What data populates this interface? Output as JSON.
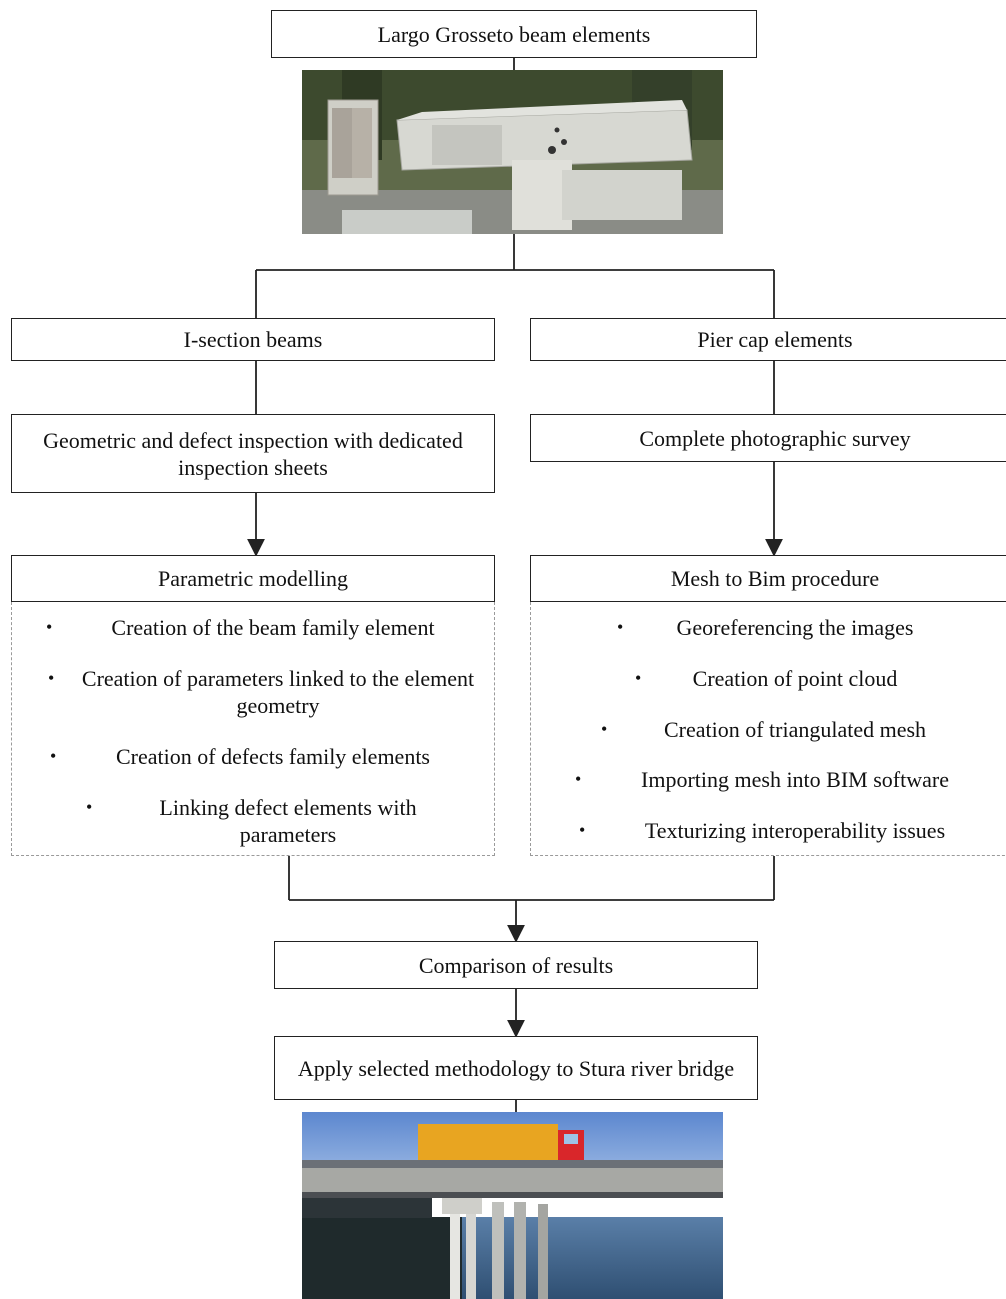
{
  "nodes": {
    "top": "Largo Grosseto beam elements",
    "left_branch": "I-section beams",
    "right_branch": "Pier cap elements",
    "left_inspection": "Geometric and defect inspection with dedicated inspection sheets",
    "right_survey": "Complete photographic survey",
    "left_model": "Parametric modelling",
    "right_model": "Mesh to Bim procedure",
    "comparison": "Comparison of results",
    "apply": "Apply selected methodology to Stura river bridge"
  },
  "left_list": [
    "Creation of the beam family element",
    "Creation of parameters linked to the element geometry",
    "Creation of defects family elements",
    "Linking defect elements with parameters"
  ],
  "right_list": [
    "Georeferencing the images",
    "Creation of point cloud",
    "Creation of triangulated mesh",
    "Importing mesh into BIM software",
    "Texturizing interoperability issues"
  ],
  "bullet_char": "•",
  "colors": {
    "line": "#222222",
    "dashed_border": "#9a9a9a",
    "truck_cab": "#d9262a",
    "truck_body": "#e8a521",
    "sky": "#7fa6dc"
  }
}
